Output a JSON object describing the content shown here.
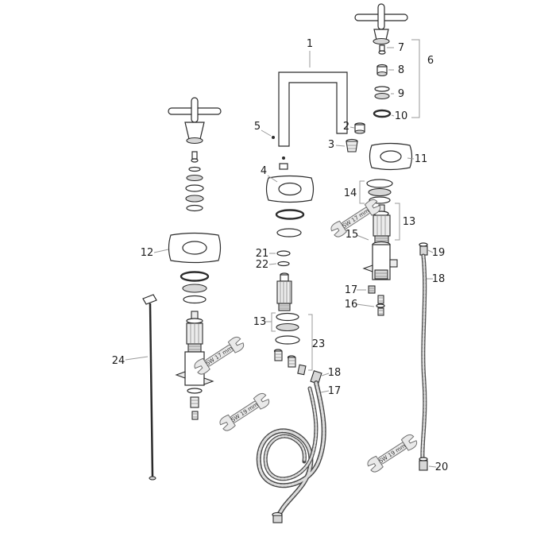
{
  "callouts": {
    "n1": "1",
    "n2": "2",
    "n3": "3",
    "n4": "4",
    "n5": "5",
    "n6": "6",
    "n7": "7",
    "n8": "8",
    "n9": "9",
    "n10": "10",
    "n11": "11",
    "n12": "12",
    "n13a": "13",
    "n13b": "13",
    "n14": "14",
    "n15": "15",
    "n16": "16",
    "n17a": "17",
    "n17b": "17",
    "n18a": "18",
    "n18b": "18",
    "n19": "19",
    "n20": "20",
    "n21": "21",
    "n22": "22",
    "n23": "23",
    "n24": "24"
  },
  "wrenches": {
    "sw17a": "SW 17 mm",
    "sw17b": "SW 17 mm",
    "sw19a": "SW 19 mm",
    "sw19b": "SW 19 mm"
  }
}
